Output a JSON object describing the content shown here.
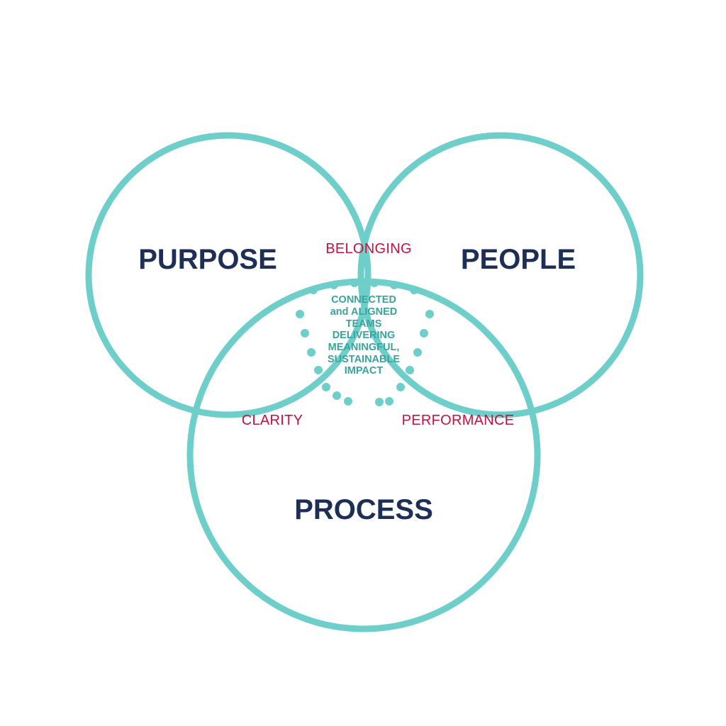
{
  "colors": {
    "ring": "#6ecfca",
    "main_label": "#1d2f57",
    "overlap_label": "#c4123f",
    "center_text": "#3aa39b",
    "dots": "#6ecfca",
    "background": "#ffffff"
  },
  "circles": {
    "purpose": {
      "label": "PURPOSE"
    },
    "people": {
      "label": "PEOPLE"
    },
    "process": {
      "label": "PROCESS"
    }
  },
  "overlaps": {
    "purpose_people": "BELONGING",
    "purpose_process": "CLARITY",
    "people_process": "PERFORMANCE"
  },
  "center": {
    "lines": [
      "CONNECTED",
      "and ALIGNED",
      "TEAMS",
      "DELIVERING",
      "MEANINGFUL,",
      "SUSTAINABLE",
      "IMPACT"
    ]
  }
}
